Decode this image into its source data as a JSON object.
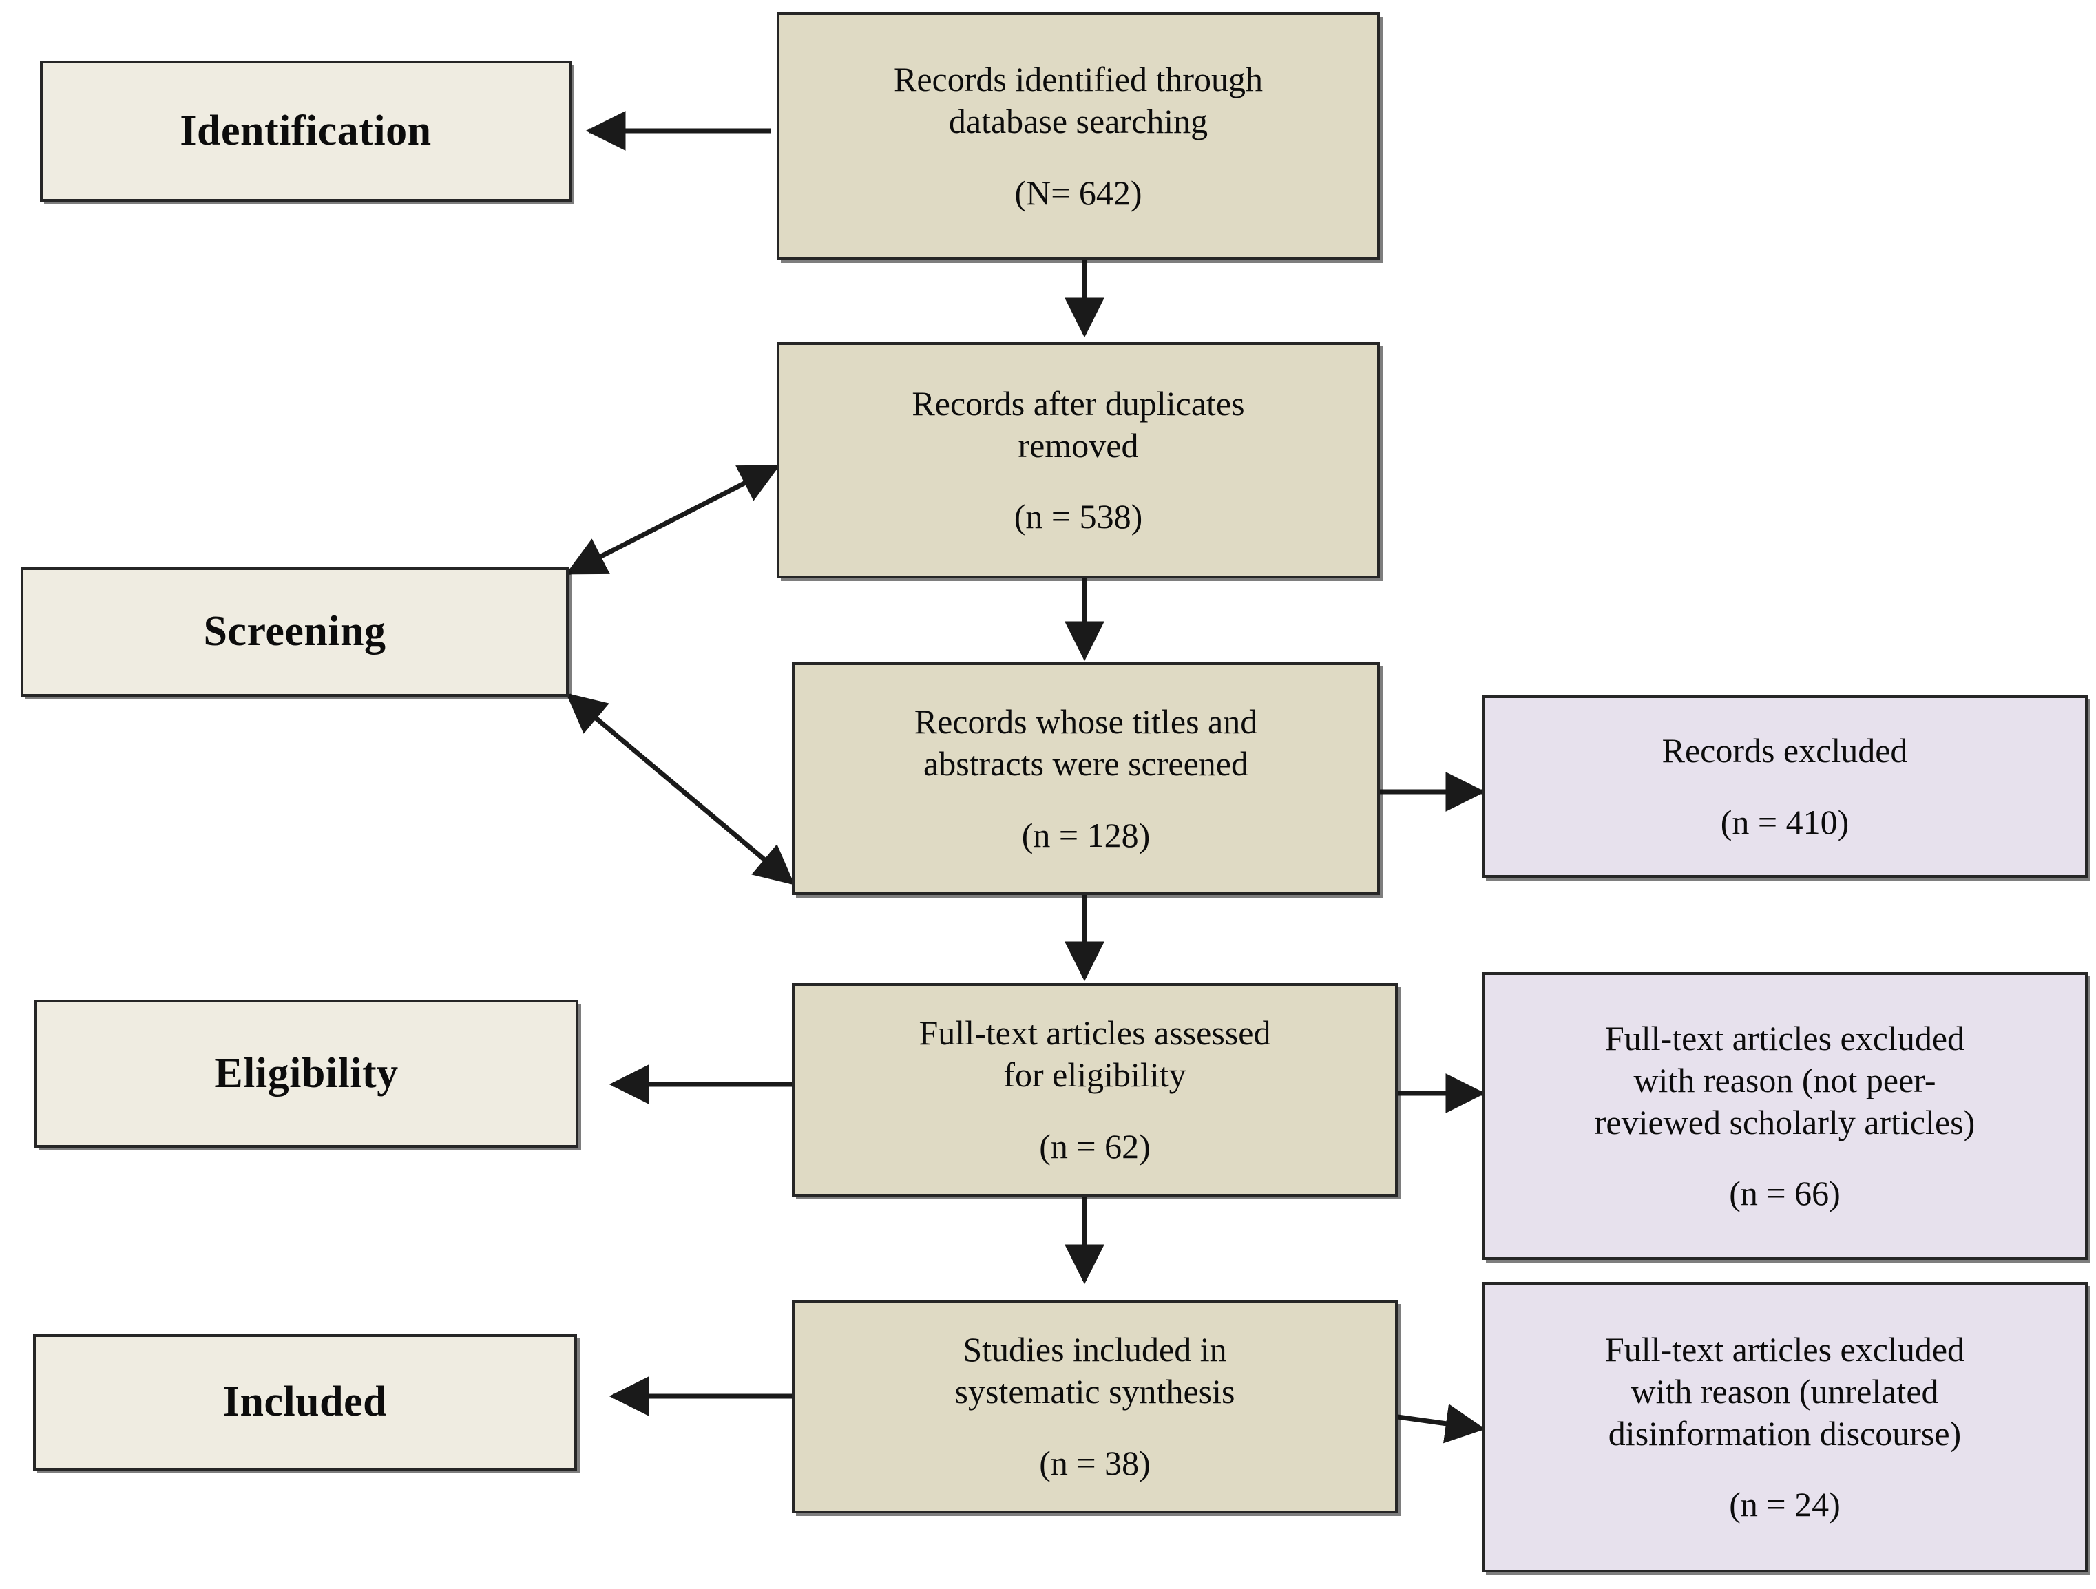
{
  "diagram": {
    "title": "PRISMA Flow Diagram",
    "colors": {
      "stage_box_fill": "#EFECE1",
      "flow_box_fill": "#DFDAC4",
      "excluded_box_fill": "#E7E1ED",
      "border": "#262626",
      "arrow": "#1A1A1A",
      "background": "#FFFFFF"
    }
  },
  "stages": [
    {
      "label": "Identification"
    },
    {
      "label": "Screening"
    },
    {
      "label": "Eligibility"
    },
    {
      "label": "Included"
    }
  ],
  "flow_boxes": [
    {
      "line1": "Records identified through",
      "line2": "database searching",
      "line3": "",
      "count": "(N= 642)"
    },
    {
      "line1": "Records after duplicates",
      "line2": "removed",
      "line3": "",
      "count": "(n = 538)"
    },
    {
      "line1": "Records whose titles and",
      "line2": "abstracts were screened",
      "line3": "",
      "count": "(n = 128)"
    },
    {
      "line1": "Full-text articles assessed",
      "line2": "for eligibility",
      "line3": "",
      "count": "(n = 62)"
    },
    {
      "line1": "Studies included in",
      "line2": "systematic synthesis",
      "line3": "",
      "count": "(n = 38)"
    }
  ],
  "excluded_boxes": [
    {
      "line1": "Records excluded",
      "line2": "",
      "line3": "",
      "count": "(n = 410)"
    },
    {
      "line1": "Full-text articles excluded",
      "line2": "with reason (not peer-",
      "line3": "reviewed scholarly articles)",
      "count": "(n = 66)"
    },
    {
      "line1": "Full-text articles excluded",
      "line2": "with reason (unrelated",
      "line3": "disinformation discourse)",
      "count": "(n = 24)"
    }
  ],
  "chart_data": {
    "type": "diagram",
    "title": "PRISMA systematic review flow diagram",
    "nodes": [
      {
        "id": "identification",
        "stage": "Identification",
        "column": "stage"
      },
      {
        "id": "screening",
        "stage": "Screening",
        "column": "stage"
      },
      {
        "id": "eligibility",
        "stage": "Eligibility",
        "column": "stage"
      },
      {
        "id": "included",
        "stage": "Included",
        "column": "stage"
      },
      {
        "id": "records_identified",
        "text": "Records identified through database searching",
        "n": 642,
        "n_label": "(N= 642)",
        "column": "flow"
      },
      {
        "id": "after_duplicates",
        "text": "Records after duplicates removed",
        "n": 538,
        "n_label": "(n = 538)",
        "column": "flow"
      },
      {
        "id": "titles_abstracts_screened",
        "text": "Records whose titles and abstracts were screened",
        "n": 128,
        "n_label": "(n = 128)",
        "column": "flow"
      },
      {
        "id": "fulltext_assessed",
        "text": "Full-text articles assessed for eligibility",
        "n": 62,
        "n_label": "(n = 62)",
        "column": "flow"
      },
      {
        "id": "studies_included",
        "text": "Studies included in systematic synthesis",
        "n": 38,
        "n_label": "(n = 38)",
        "column": "flow"
      },
      {
        "id": "records_excluded",
        "text": "Records excluded",
        "n": 410,
        "n_label": "(n = 410)",
        "column": "excluded"
      },
      {
        "id": "fulltext_excluded_peer",
        "text": "Full-text articles excluded with reason (not peer-reviewed scholarly articles)",
        "n": 66,
        "n_label": "(n = 66)",
        "column": "excluded"
      },
      {
        "id": "fulltext_excluded_unrelated",
        "text": "Full-text articles excluded with reason (unrelated disinformation discourse)",
        "n": 24,
        "n_label": "(n = 24)",
        "column": "excluded"
      }
    ],
    "edges": [
      {
        "from": "records_identified",
        "to": "identification",
        "style": "single"
      },
      {
        "from": "records_identified",
        "to": "after_duplicates",
        "style": "single"
      },
      {
        "from": "after_duplicates",
        "to": "screening",
        "style": "double"
      },
      {
        "from": "after_duplicates",
        "to": "titles_abstracts_screened",
        "style": "single"
      },
      {
        "from": "screening",
        "to": "titles_abstracts_screened",
        "style": "double"
      },
      {
        "from": "titles_abstracts_screened",
        "to": "records_excluded",
        "style": "single"
      },
      {
        "from": "titles_abstracts_screened",
        "to": "fulltext_assessed",
        "style": "single"
      },
      {
        "from": "fulltext_assessed",
        "to": "eligibility",
        "style": "single"
      },
      {
        "from": "fulltext_assessed",
        "to": "fulltext_excluded_peer",
        "style": "single"
      },
      {
        "from": "fulltext_assessed",
        "to": "studies_included",
        "style": "single"
      },
      {
        "from": "studies_included",
        "to": "included",
        "style": "single"
      },
      {
        "from": "studies_included",
        "to": "fulltext_excluded_unrelated",
        "style": "single"
      }
    ]
  }
}
